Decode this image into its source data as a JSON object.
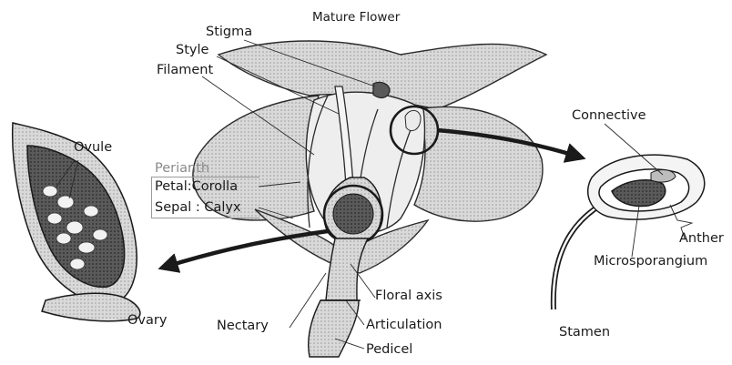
{
  "diagram": {
    "title": "Mature Flower",
    "labels": {
      "stigma": "Stigma",
      "style": "Style",
      "filament": "Filament",
      "ovule": "Ovule",
      "perianth": "Perianth",
      "petal_corolla": "Petal:Corolla",
      "sepal_calyx": "Sepal : Calyx",
      "ovary": "Ovary",
      "nectary": "Nectary",
      "floral_axis": "Floral axis",
      "articulation": "Articulation",
      "pedicel": "Pedicel",
      "connective": "Connective",
      "anther": "Anther",
      "microsporangium": "Microsporangium",
      "stamen": "Stamen"
    }
  },
  "colors": {
    "ink": "#1a1a1a",
    "petal_fill": "#e6e6e6",
    "dark_fill": "#5a5a5a",
    "faint_ink": "#8a8a8a"
  }
}
